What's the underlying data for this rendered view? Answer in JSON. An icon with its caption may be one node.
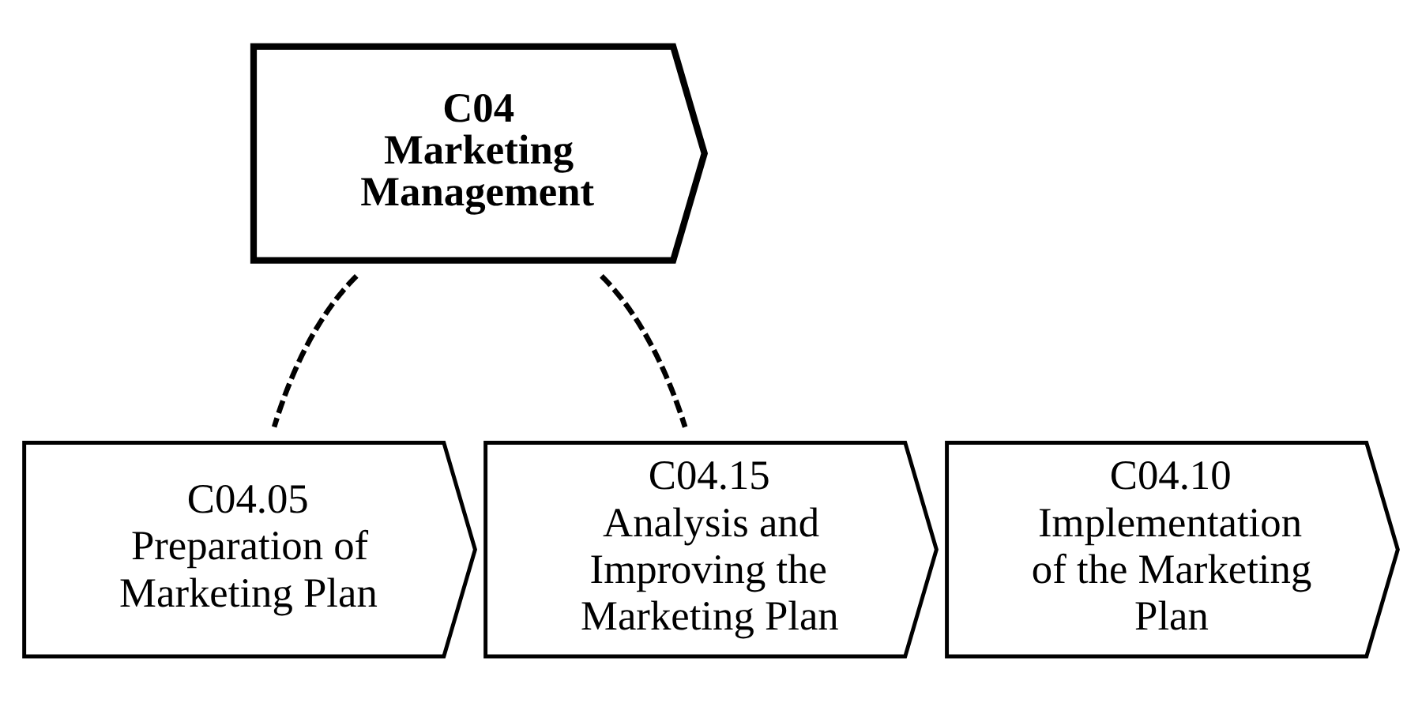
{
  "diagram": {
    "nodes": [
      {
        "text": [
          "C04",
          "Marketing Management"
        ]
      },
      {
        "text": [
          "C04.05",
          "Preparation of Marketing Plan"
        ]
      },
      {
        "text": [
          "C04.10",
          "Implementation of the Marketing Plan"
        ]
      },
      {
        "text": [
          "C04.15",
          "Analysis and Improving the Marketing Plan"
        ]
      }
    ],
    "edges": [
      {
        "from": 0,
        "to": 1,
        "arrow": "none",
        "style": "dashed"
      },
      {
        "from": 0,
        "to": 3,
        "arrow": "none",
        "style": "dashed"
      }
    ]
  }
}
